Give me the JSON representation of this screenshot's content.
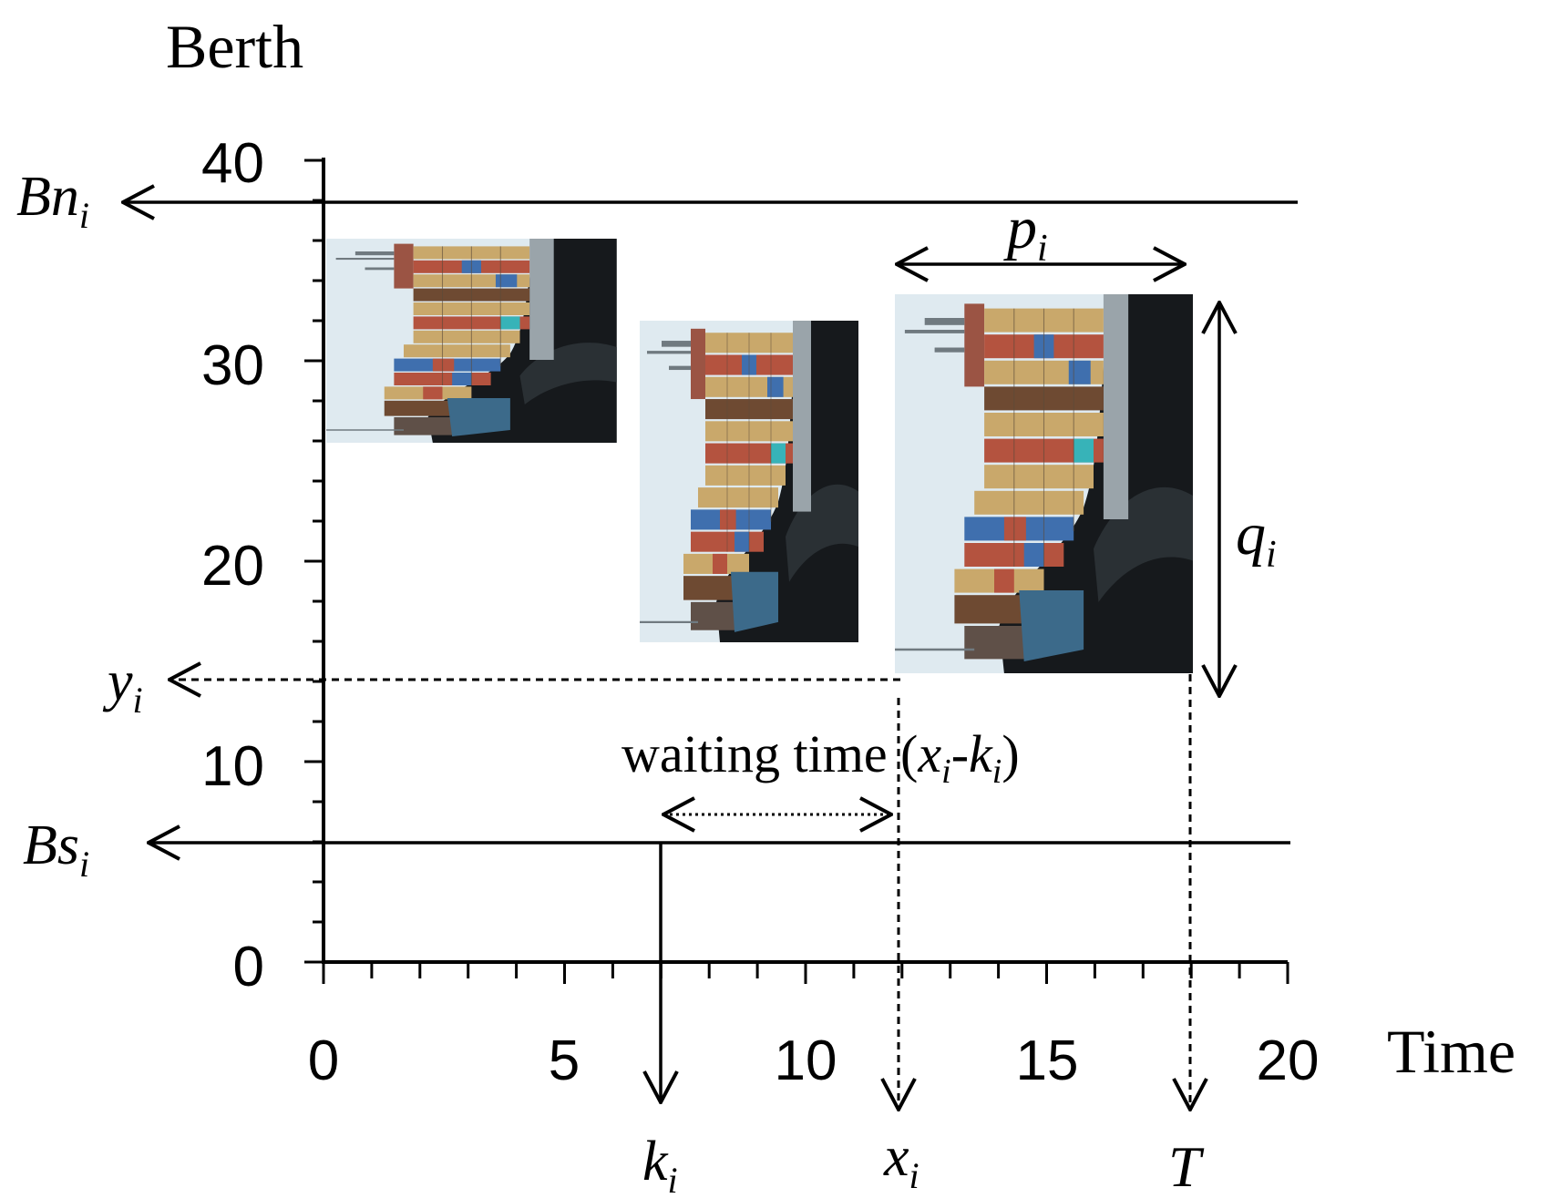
{
  "axes": {
    "y_title": "Berth",
    "x_title": "Time",
    "y_ticks": [
      "0",
      "10",
      "20",
      "30",
      "40"
    ],
    "x_ticks": [
      "0",
      "5",
      "10",
      "15",
      "20"
    ]
  },
  "labels": {
    "bn": {
      "main": "Bn",
      "sub": "i"
    },
    "bs": {
      "main": "Bs",
      "sub": "i"
    },
    "y": {
      "main": "y",
      "sub": "i"
    },
    "k": {
      "main": "k",
      "sub": "i"
    },
    "x": {
      "main": "x",
      "sub": "i"
    },
    "T": "T",
    "p": {
      "main": "p",
      "sub": "i"
    },
    "q": {
      "main": "q",
      "sub": "i"
    },
    "waiting": {
      "prefix": "waiting time (",
      "x": "x",
      "xsub": "i",
      "dash": "-",
      "k": "k",
      "ksub": "i",
      "close": ")"
    }
  },
  "colors": {
    "line": "#000000",
    "ship_sky": "#dfeaf0",
    "ship_hull": "#16191c",
    "container_tan": "#c9a86b",
    "container_red": "#b4533f",
    "container_blue": "#3f6fae",
    "container_cyan": "#37b3b8",
    "container_brown": "#6e4a32"
  },
  "ships": [
    {
      "name": "ship-photo-1"
    },
    {
      "name": "ship-photo-2"
    },
    {
      "name": "ship-photo-3"
    }
  ]
}
